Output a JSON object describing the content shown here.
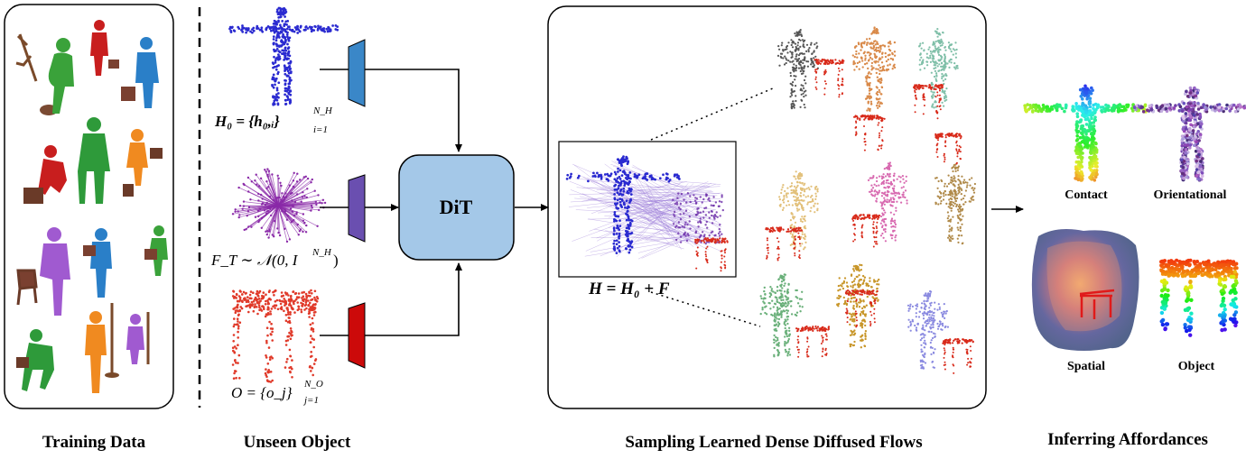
{
  "sections": {
    "training": "Training Data",
    "unseen": "Unseen Object",
    "sampling": "Sampling Learned Dense Diffused Flows",
    "inferring": "Inferring Affordances"
  },
  "dit_label": "DiT",
  "equations": {
    "h0": "H₀ = {h₀,ᵢ}",
    "h0_sup": "N_H",
    "h0_sub": "i=1",
    "ft": "F_T ∼ 𝒩(0, I",
    "ft_sup": "N_H",
    "ft_close": ")",
    "o": "O = {o_j}",
    "o_sup": "N_O",
    "o_sub": "j=1",
    "h": "H = H₀ + F"
  },
  "affordances": {
    "contact": "Contact",
    "orientational": "Orientational",
    "spatial": "Spatial",
    "object": "Object"
  },
  "colors": {
    "encoder_human": "#3a87c8",
    "encoder_noise": "#6a4fb0",
    "encoder_object": "#cc0a0a",
    "dit_fill": "#a4c8e8",
    "human_points": "#2a2ad0",
    "noise_points": "#8a2aa8",
    "object_points": "#e03a2a"
  },
  "icons": [
    "human-point-cloud",
    "noise-star",
    "object-point-cloud",
    "body-figures",
    "heatmap"
  ]
}
